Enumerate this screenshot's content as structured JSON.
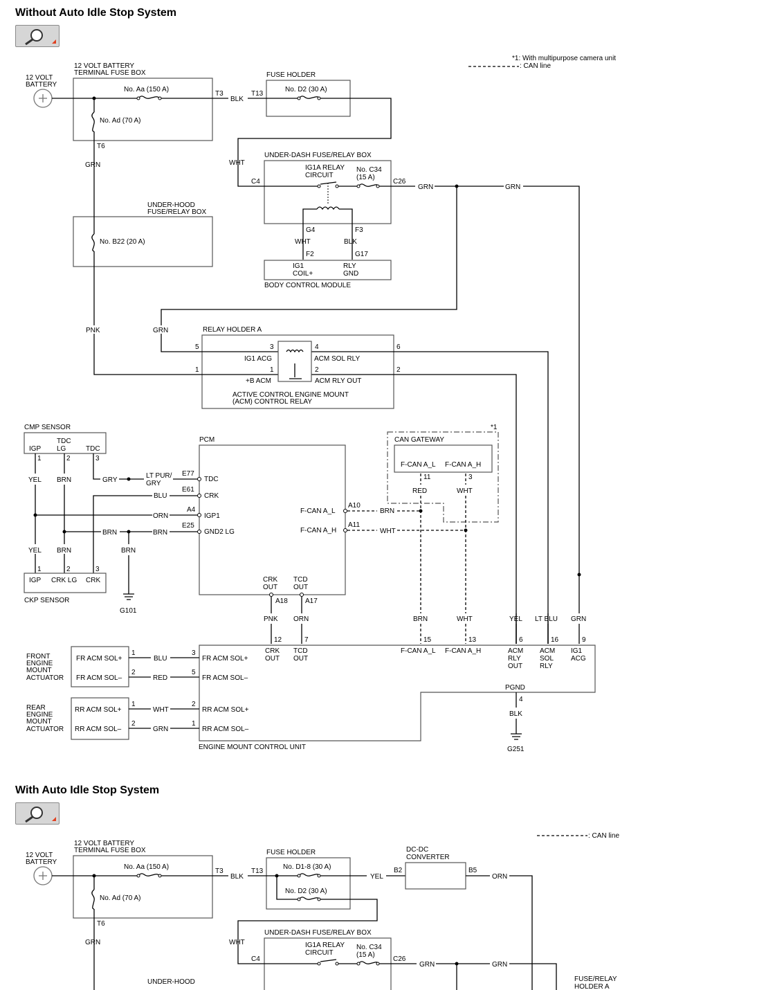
{
  "sections": [
    {
      "title": "Without Auto Idle Stop System"
    },
    {
      "title": "With Auto Idle Stop System"
    }
  ],
  "zoom_icon": "magnifier-icon",
  "d1": {
    "note1": "*1: With multipurpose camera unit",
    "note2": ": CAN line",
    "battery": [
      "12 VOLT",
      "BATTERY"
    ],
    "tfb": [
      "12 VOLT BATTERY",
      "TERMINAL FUSE BOX"
    ],
    "fuse_aa": "No. Aa (150 A)",
    "fuse_ad": "No. Ad (70 A)",
    "fuse_holder": "FUSE HOLDER",
    "fuse_d2": "No. D2 (30 A)",
    "t3": "T3",
    "blk": "BLK",
    "t13": "T13",
    "t6": "T6",
    "grn": "GRN",
    "wht": "WHT",
    "udb": "UNDER-DASH FUSE/RELAY BOX",
    "ig1a": [
      "IG1A RELAY",
      "CIRCUIT"
    ],
    "c34": [
      "No. C34",
      "(15 A)"
    ],
    "c4": "C4",
    "c26": "C26",
    "g4": "G4",
    "f3": "F3",
    "f2": "F2",
    "g17": "G17",
    "ig1coil": [
      "IG1",
      "COIL+"
    ],
    "rlygnd": [
      "RLY",
      "GND"
    ],
    "bcm": "BODY CONTROL MODULE",
    "uhb": [
      "UNDER-HOOD",
      "FUSE/RELAY BOX"
    ],
    "fuse_b22": "No. B22 (20 A)",
    "pnk": "PNK",
    "rha": "RELAY HOLDER A",
    "p5": "5",
    "p3": "3",
    "p4": "4",
    "p6": "6",
    "p1": "1",
    "p2": "2",
    "ig1acg": "IG1 ACG",
    "acmsol": "ACM SOL RLY",
    "bacm": "+B ACM",
    "acmrly": "ACM RLY OUT",
    "acmrelay": [
      "ACTIVE CONTROL ENGINE MOUNT",
      "(ACM) CONTROL RELAY"
    ],
    "cmp": "CMP SENSOR",
    "tdclg": [
      "TDC",
      "LG"
    ],
    "igp": "IGP",
    "tdc": "TDC",
    "yel": "YEL",
    "brn": "BRN",
    "gry": "GRY",
    "ltpur": [
      "LT PUR/",
      "GRY"
    ],
    "blu": "BLU",
    "orn": "ORN",
    "e77": "E77",
    "e61": "E61",
    "a4": "A4",
    "e25": "E25",
    "pcm": "PCM",
    "crk": "CRK",
    "igp1": "IGP1",
    "gnd2lg": "GND2 LG",
    "fcanl": "F-CAN A_L",
    "fcanh": "F-CAN A_H",
    "a10": "A10",
    "a11": "A11",
    "crkout": [
      "CRK",
      "OUT"
    ],
    "tcdout": [
      "TCD",
      "OUT"
    ],
    "a18": "A18",
    "a17": "A17",
    "star1": "*1",
    "cangw": "CAN GATEWAY",
    "p11": "11",
    "red": "RED",
    "ckp": "CKP SENSOR",
    "crklg": "CRK LG",
    "g101": "G101",
    "ltblu": "LT BLU",
    "p12": "12",
    "p7": "7",
    "p15": "15",
    "p13": "13",
    "p16": "16",
    "p9": "9",
    "acmrlyout": [
      "ACM",
      "RLY",
      "OUT"
    ],
    "acmsolrly": [
      "ACM",
      "SOL",
      "RLY"
    ],
    "ig1acg2": [
      "IG1",
      "ACG"
    ],
    "fram": [
      "FRONT",
      "ENGINE",
      "MOUNT",
      "ACTUATOR"
    ],
    "frsolp": "FR ACM SOL+",
    "frsolm": "FR ACM SOL–",
    "rram": [
      "REAR",
      "ENGINE",
      "MOUNT",
      "ACTUATOR"
    ],
    "rrsolp": "RR ACM SOL+",
    "rrsolm": "RR ACM SOL–",
    "emcu": "ENGINE MOUNT CONTROL UNIT",
    "pgnd": "PGND",
    "g251": "G251"
  },
  "d2": {
    "note": ": CAN line",
    "fuse_d18": "No. D1-8 (30 A)",
    "dcdc": [
      "DC-DC",
      "CONVERTER"
    ],
    "b2": "B2",
    "b5": "B5",
    "frha": [
      "FUSE/RELAY",
      "HOLDER A"
    ]
  }
}
